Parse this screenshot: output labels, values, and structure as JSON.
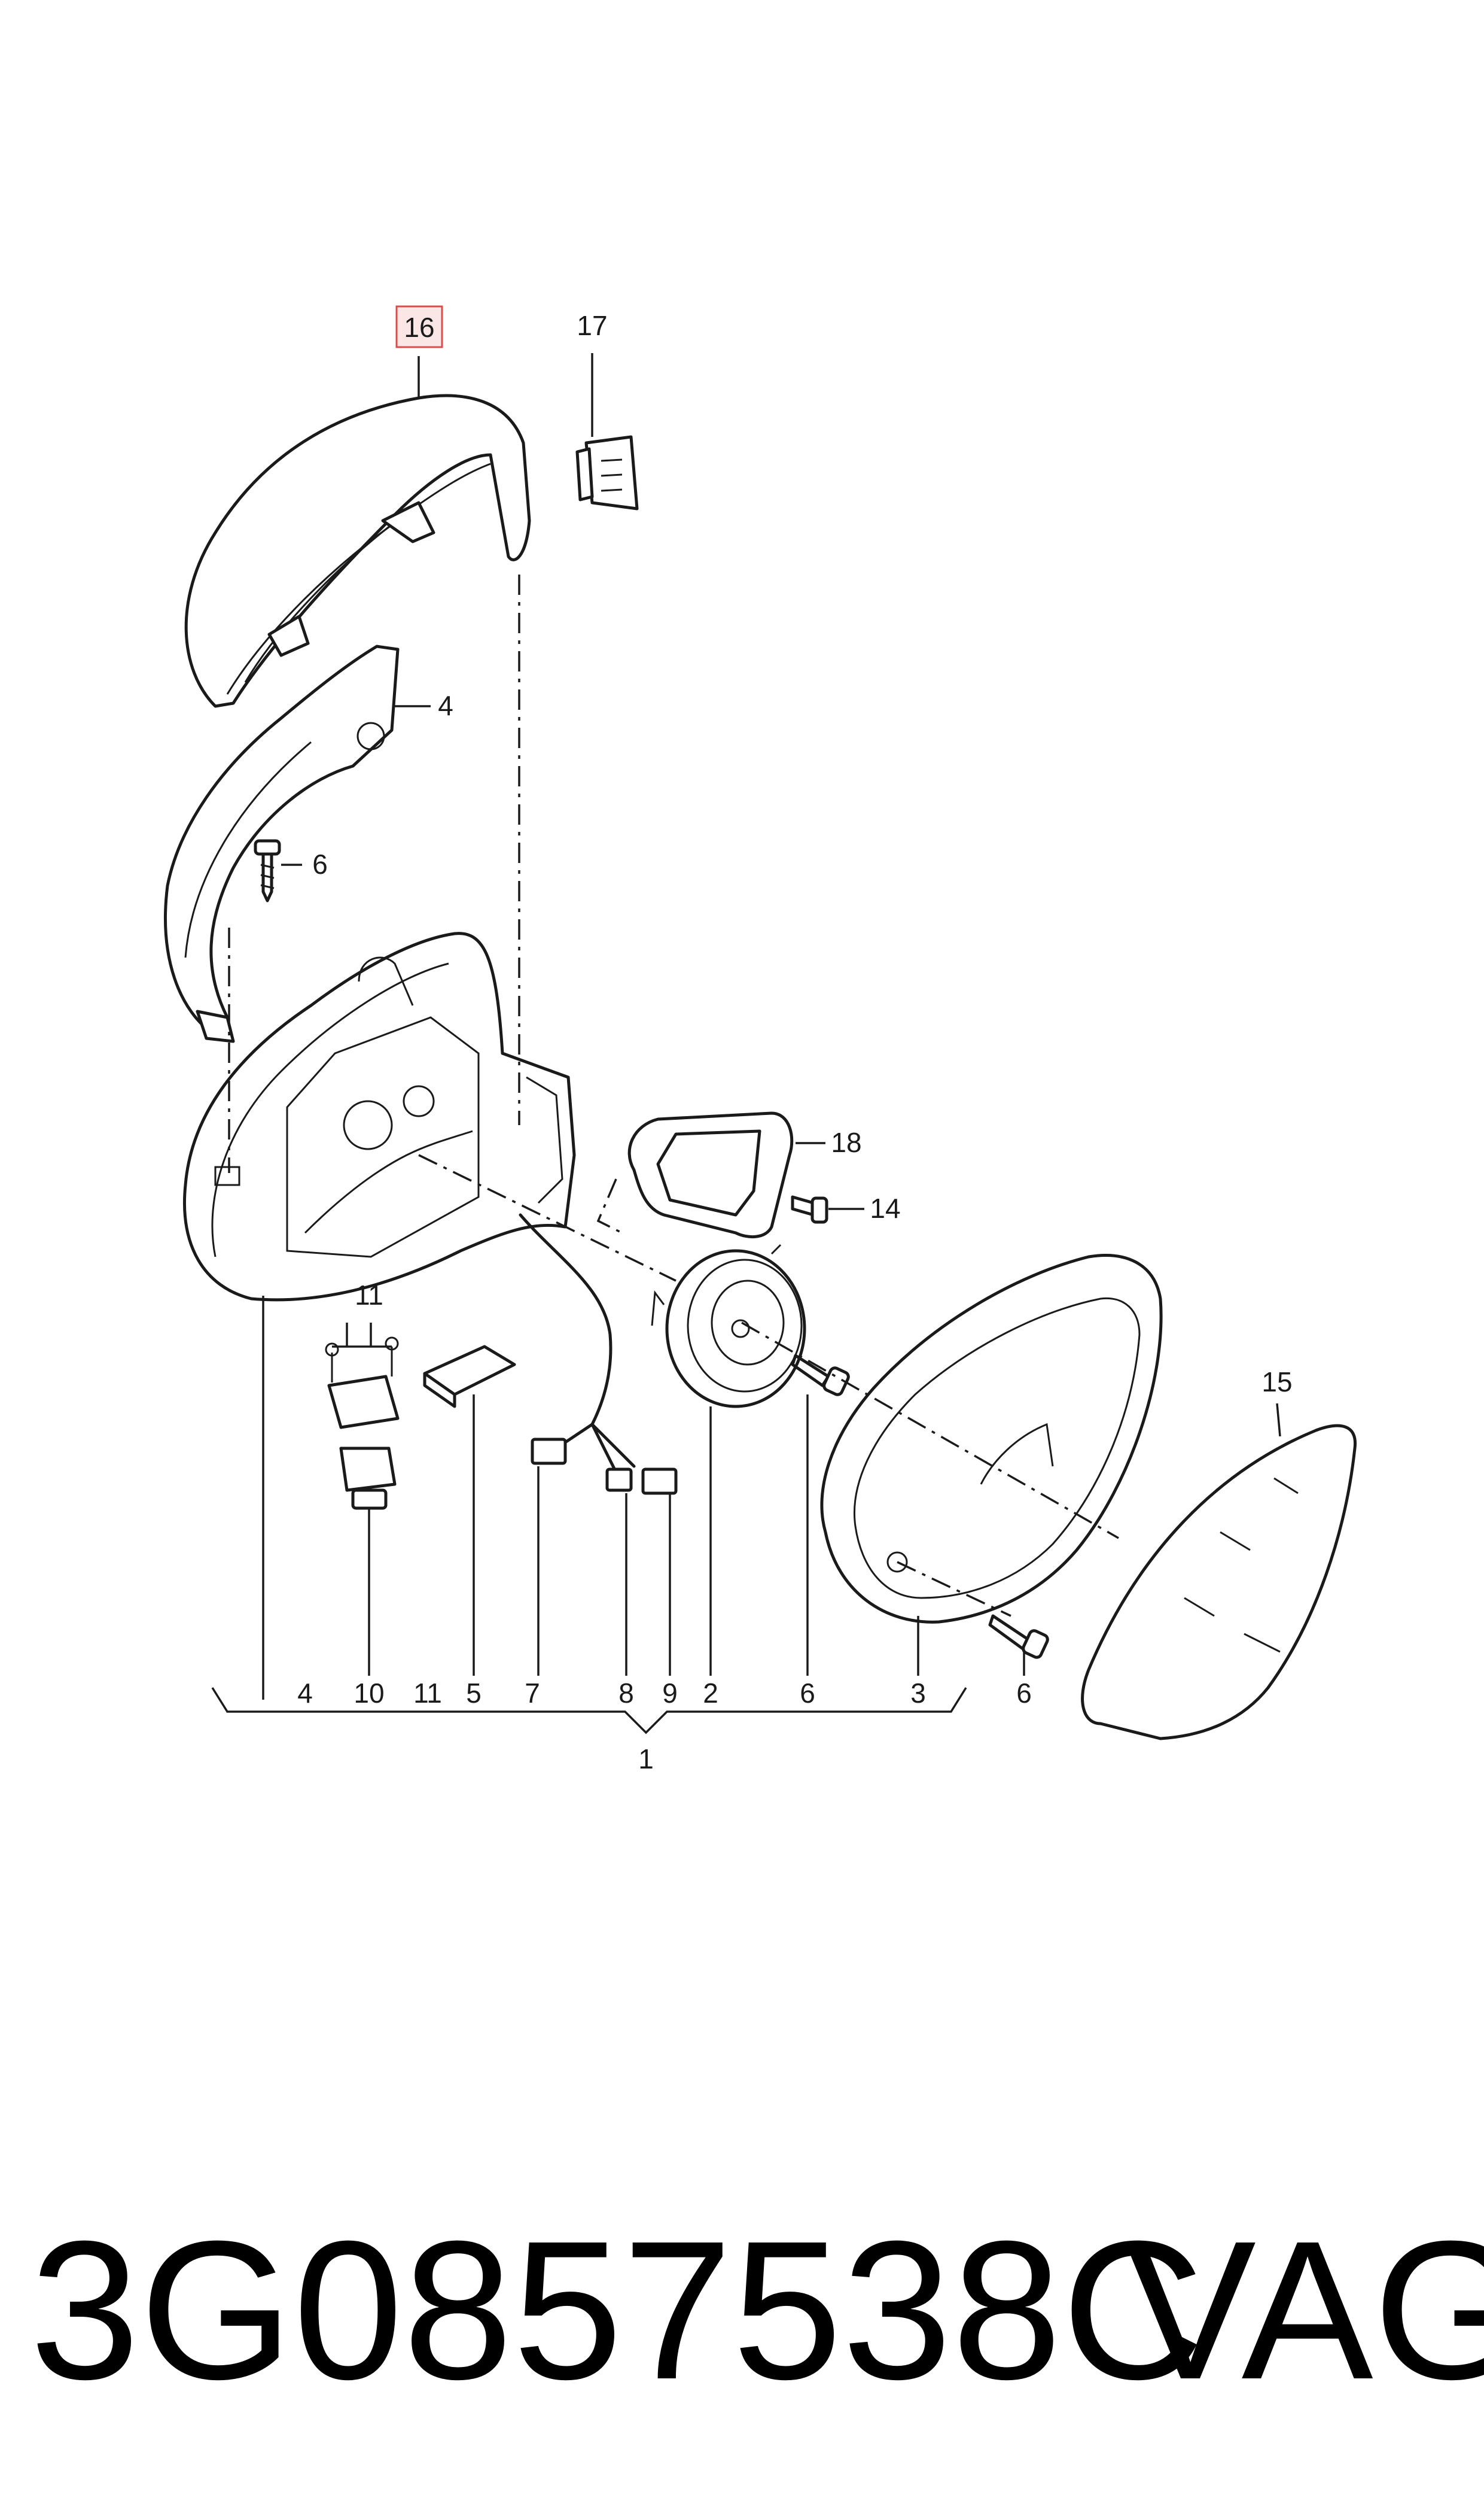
{
  "diagram": {
    "highlight_color": "#d94c4c",
    "callouts": [
      {
        "id": "16",
        "label": "16",
        "highlighted": true
      },
      {
        "id": "17",
        "label": "17"
      },
      {
        "id": "4a",
        "label": "4"
      },
      {
        "id": "6a",
        "label": "6"
      },
      {
        "id": "18",
        "label": "18"
      },
      {
        "id": "14",
        "label": "14"
      },
      {
        "id": "11a",
        "label": "11"
      },
      {
        "id": "15",
        "label": "15"
      }
    ],
    "bottom_row": [
      "4",
      "10",
      "11",
      "5",
      "7",
      "8",
      "9",
      "2",
      "6",
      "3"
    ],
    "side_callout": "6",
    "assembly_label": "1"
  },
  "caption": {
    "part_number": "3G0857538C",
    "brand": "VAG"
  }
}
